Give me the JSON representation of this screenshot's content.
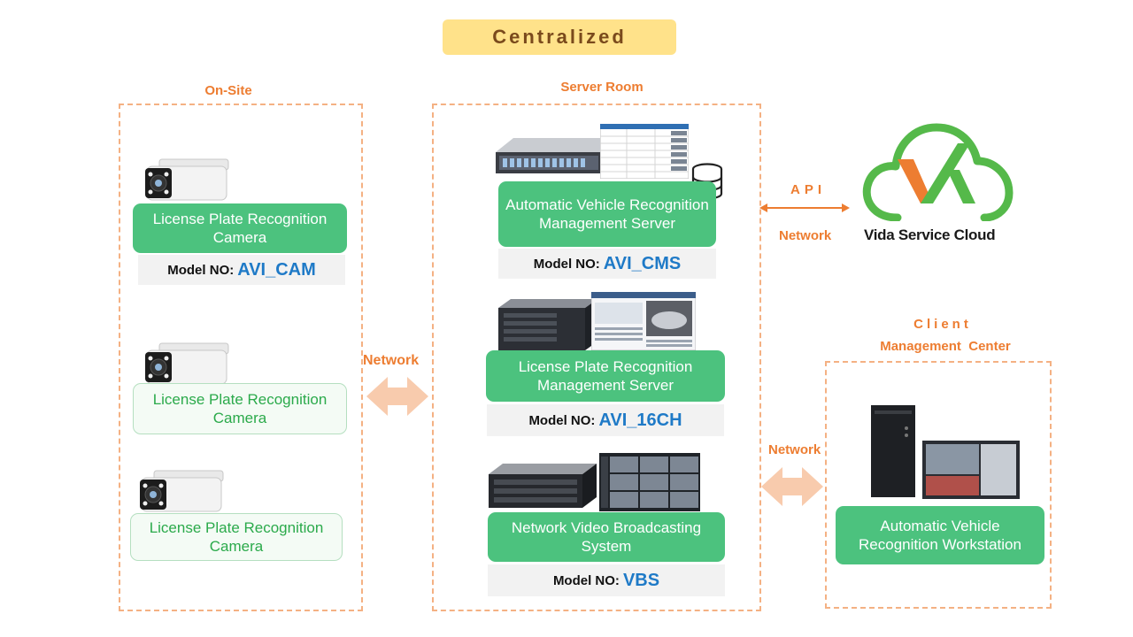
{
  "title": "Centralized",
  "sections": {
    "onsite": "On-Site",
    "server_room": "Server Room",
    "client_line1": "Client",
    "client_line2": "Management  Center"
  },
  "onsite": {
    "cameras": [
      {
        "label": "License Plate Recognition Camera"
      },
      {
        "label": "License Plate Recognition Camera"
      },
      {
        "label": "License Plate Recognition Camera"
      }
    ],
    "model_label": "Model NO:",
    "model_value": "AVI_CAM"
  },
  "servers": [
    {
      "label": "Automatic Vehicle Recognition Management Server",
      "model_label": "Model NO:",
      "model_value": "AVI_CMS"
    },
    {
      "label": "License Plate Recognition Management Server",
      "model_label": "Model NO:",
      "model_value": "AVI_16CH"
    },
    {
      "label": "Network Video Broadcasting System",
      "model_label": "Model NO:",
      "model_value": "VBS"
    }
  ],
  "links": {
    "onsite_server": "Network",
    "api": "API",
    "api_network": "Network",
    "client_network": "Network"
  },
  "cloud": {
    "name": "Vida Service Cloud"
  },
  "client": {
    "label": "Automatic Vehicle Recognition Workstation"
  },
  "colors": {
    "accent": "#ED7D31",
    "green": "#4CC27E",
    "model_blue": "#1F7AC7",
    "badge": "#FFE28A"
  }
}
